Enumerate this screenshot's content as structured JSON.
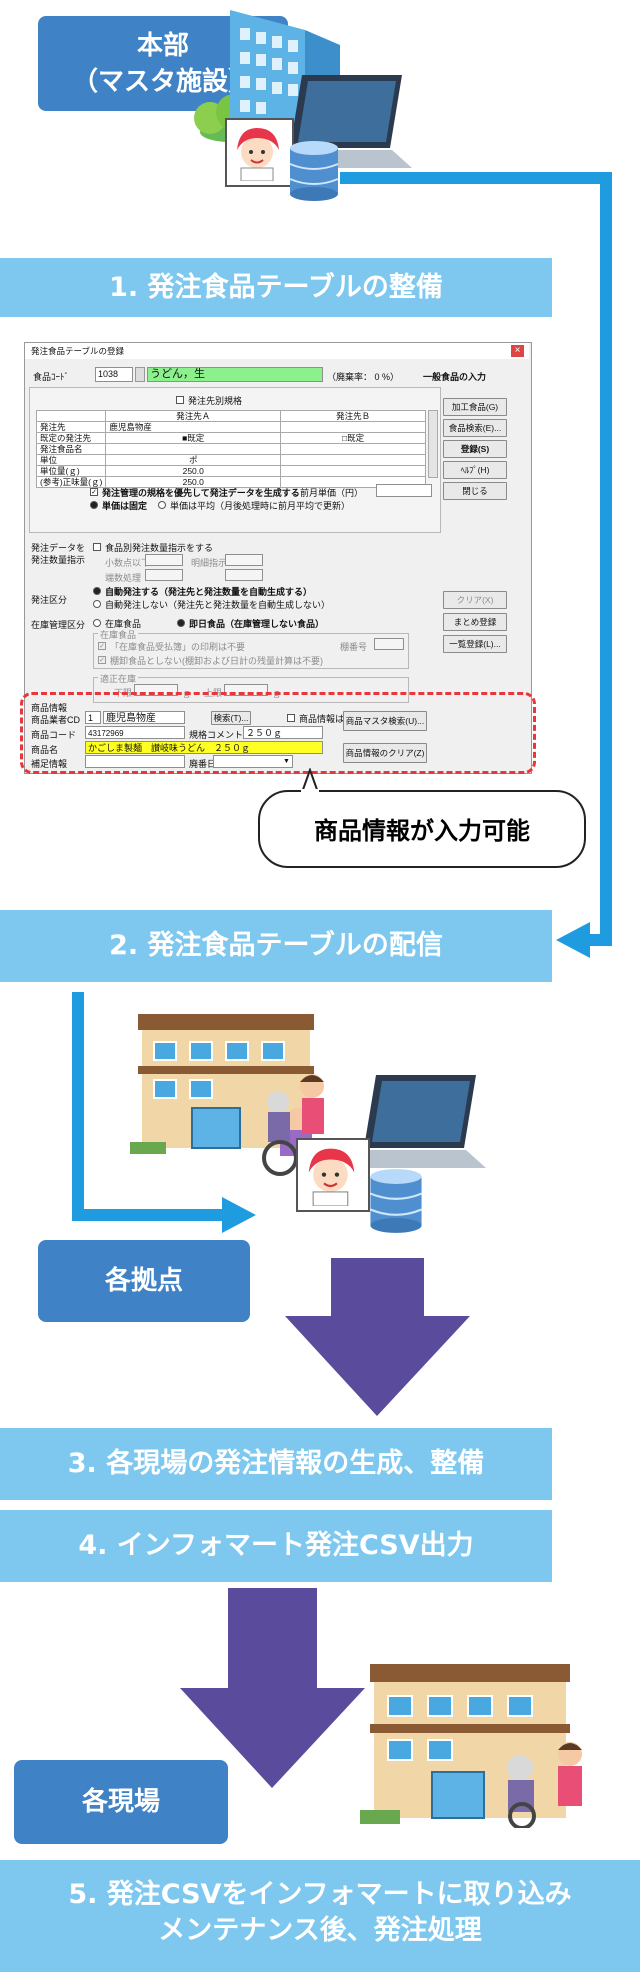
{
  "colors": {
    "band": "#7ec8f0",
    "box": "#3f82c6",
    "arrow_blue": "#1f9ce0",
    "arrow_purple": "#5a4b9c",
    "dashed_red": "#e8363b",
    "green_field": "#8cf08c",
    "yellow_field": "#ffff22"
  },
  "hq": {
    "line1": "本部",
    "line2": "（マスタ施設）"
  },
  "steps": [
    {
      "label": "1. 発注食品テーブルの整備"
    },
    {
      "label": "2. 発注食品テーブルの配信"
    },
    {
      "label": "3. 各現場の発注情報の生成、整備"
    },
    {
      "label": "4. インフォマート発注CSV出力"
    },
    {
      "line1": "5. 発注CSVをインフォマートに取り込み",
      "line2": "メンテナンス後、発注処理"
    }
  ],
  "labels": {
    "bases": "各拠点",
    "sites": "各現場"
  },
  "callout": "商品情報が入力可能",
  "window": {
    "title": "発注食品テーブルの登録",
    "close": "×",
    "food_code_label": "食品ｺｰﾄﾞ",
    "food_code": "1038",
    "food_name": "うどん，生",
    "waste_rate": "（廃棄率： 0 %）",
    "food_type": "一般食品の入力",
    "separate_spec": "発注先別規格",
    "grid": {
      "headers": [
        "",
        "発注先Ａ",
        "発注先Ｂ"
      ],
      "rows": [
        [
          "発注先",
          "鹿児島物産",
          ""
        ],
        [
          "既定の発注先",
          "■既定",
          "□既定"
        ],
        [
          "発注食品名",
          "",
          ""
        ],
        [
          "単位",
          "ポ",
          ""
        ],
        [
          "単位量(ｇ)",
          "250.0",
          ""
        ],
        [
          "(参考)正味量(ｇ)",
          "250.0",
          ""
        ]
      ]
    },
    "opt_priority": "発注管理の規格を優先して発注データを生成する",
    "prev_price": "前月単価（円）",
    "opt_price_fixed": "単価は固定",
    "opt_price_avg": "単価は平均（月後処理時に前月平均で更新）",
    "side_buttons": [
      "加工食品(G)",
      "食品検索(E)...",
      "登録(S)",
      "ﾍﾙﾌﾟ(H)",
      "閉じる"
    ],
    "lower_buttons": [
      "クリア(X)",
      "まとめ登録(M)...",
      "一覧登録(L)..."
    ],
    "side_labels": {
      "order_data": "発注データを",
      "order_qty": "発注数量指示",
      "order_class": "発注区分",
      "stock_class": "在庫管理区分"
    },
    "qty_instruct": "食品別発注数量指示をする",
    "decimal_below": "小数点以下",
    "detail_instruct": "明細指示",
    "rounding": "端数処理",
    "auto_order": "自動発注する（発注先と発注数量を自動生成する）",
    "no_auto_order": "自動発注しない（発注先と発注数量を自動生成しない）",
    "stock_item": "在庫食品",
    "same_day": "即日食品（在庫管理しない食品）",
    "stock_group": "在庫食品",
    "stock_print": "「在庫食品受払簿」の印刷は不要",
    "shelf_no": "棚番号",
    "shelf_stock": "棚卸食品としない(棚卸および日計の残量計算は不要)",
    "proper_stock": "適正在庫",
    "lower_limit": "下限",
    "upper_limit": "上限",
    "unit_g": "ｇ",
    "product_info": "商品情報",
    "vendor_label": "商品業者CD",
    "vendor_code": "1",
    "vendor_name": "鹿児島物産",
    "search_button": "検索(T)...",
    "no_product_info": "商品情報は無効",
    "product_code_label": "商品コード",
    "product_code": "43172969",
    "spec_comment_label": "規格コメント",
    "spec_comment": "２５０ｇ",
    "product_name_label": "商品名",
    "product_name": "かごしま製麺　讃岐味うどん　２５０ｇ",
    "extra_label": "補足情報",
    "discontinued_label": "廃番日",
    "master_button": "商品マスタ検索(U)...",
    "clear_button": "商品情報のクリア(Z)"
  }
}
